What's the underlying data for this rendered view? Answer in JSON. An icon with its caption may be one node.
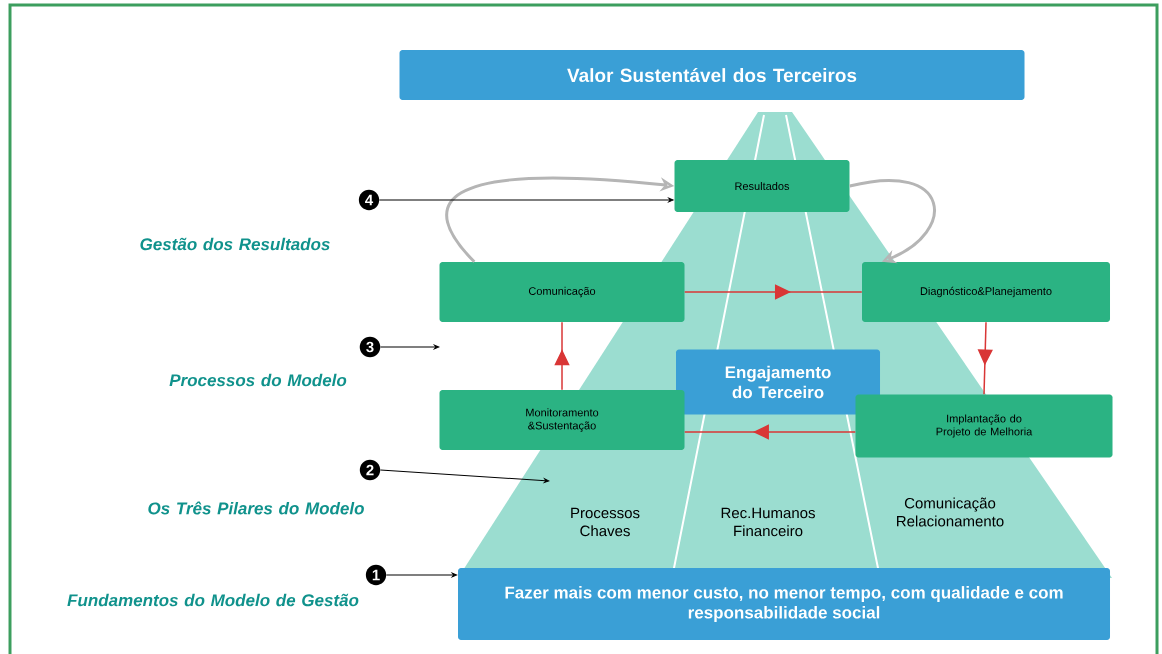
{
  "diagram": {
    "nodes": [
      {
        "text": [
          "Valor Sustentável dos Terceiros"
        ]
      },
      {
        "text": [
          "Resultados"
        ]
      },
      {
        "text": [
          "Comunicação"
        ]
      },
      {
        "text": [
          "Diagnóstico&Planejamento"
        ]
      },
      {
        "text": [
          "Engajamento do Terceiro"
        ]
      },
      {
        "text": [
          "Monitoramento &Sustentação"
        ]
      },
      {
        "text": [
          "Implantação do Projeto de Melhoria"
        ]
      },
      {
        "text": [
          "Fazer mais com menor **custo**, no menor **tempo**, com **qualidade** e com **responsabilidade social**"
        ]
      },
      {
        "text": [
          "4"
        ],
        "beside": [
          "Gestão dos Resultados"
        ]
      },
      {
        "text": [
          "3"
        ],
        "beside": [
          "Processos do Modelo"
        ]
      },
      {
        "text": [
          "2"
        ],
        "beside": [
          "Os Três Pilares do Modelo"
        ]
      },
      {
        "text": [
          "1"
        ],
        "beside": [
          "Fundamentos do Modelo de Gestão"
        ]
      }
    ],
    "edges": [
      {
        "from": 2,
        "to": 3,
        "arrow": "to",
        "color": "#d93636"
      },
      {
        "from": 3,
        "to": 6,
        "arrow": "to",
        "color": "#d93636"
      },
      {
        "from": 6,
        "to": 5,
        "arrow": "to",
        "color": "#d93636"
      },
      {
        "from": 5,
        "to": 2,
        "arrow": "to",
        "color": "#d93636"
      },
      {
        "from": 2,
        "to": 1,
        "arrow": "to",
        "color": "#b5b5b5"
      },
      {
        "from": 1,
        "to": 3,
        "arrow": "to",
        "color": "#b5b5b5"
      },
      {
        "from": 8,
        "to": 1,
        "arrow": "to",
        "color": "#000000"
      },
      {
        "from": 9,
        "to": null,
        "arrow": "to",
        "color": "#000000"
      },
      {
        "from": 10,
        "to": null,
        "arrow": "to",
        "color": "#000000"
      },
      {
        "from": 11,
        "to": 7,
        "arrow": "to",
        "color": "#000000"
      }
    ],
    "labels": [
      "Processos Chaves",
      "Rec.Humanos Financeiro",
      "Comunicação Relacionamento"
    ]
  }
}
